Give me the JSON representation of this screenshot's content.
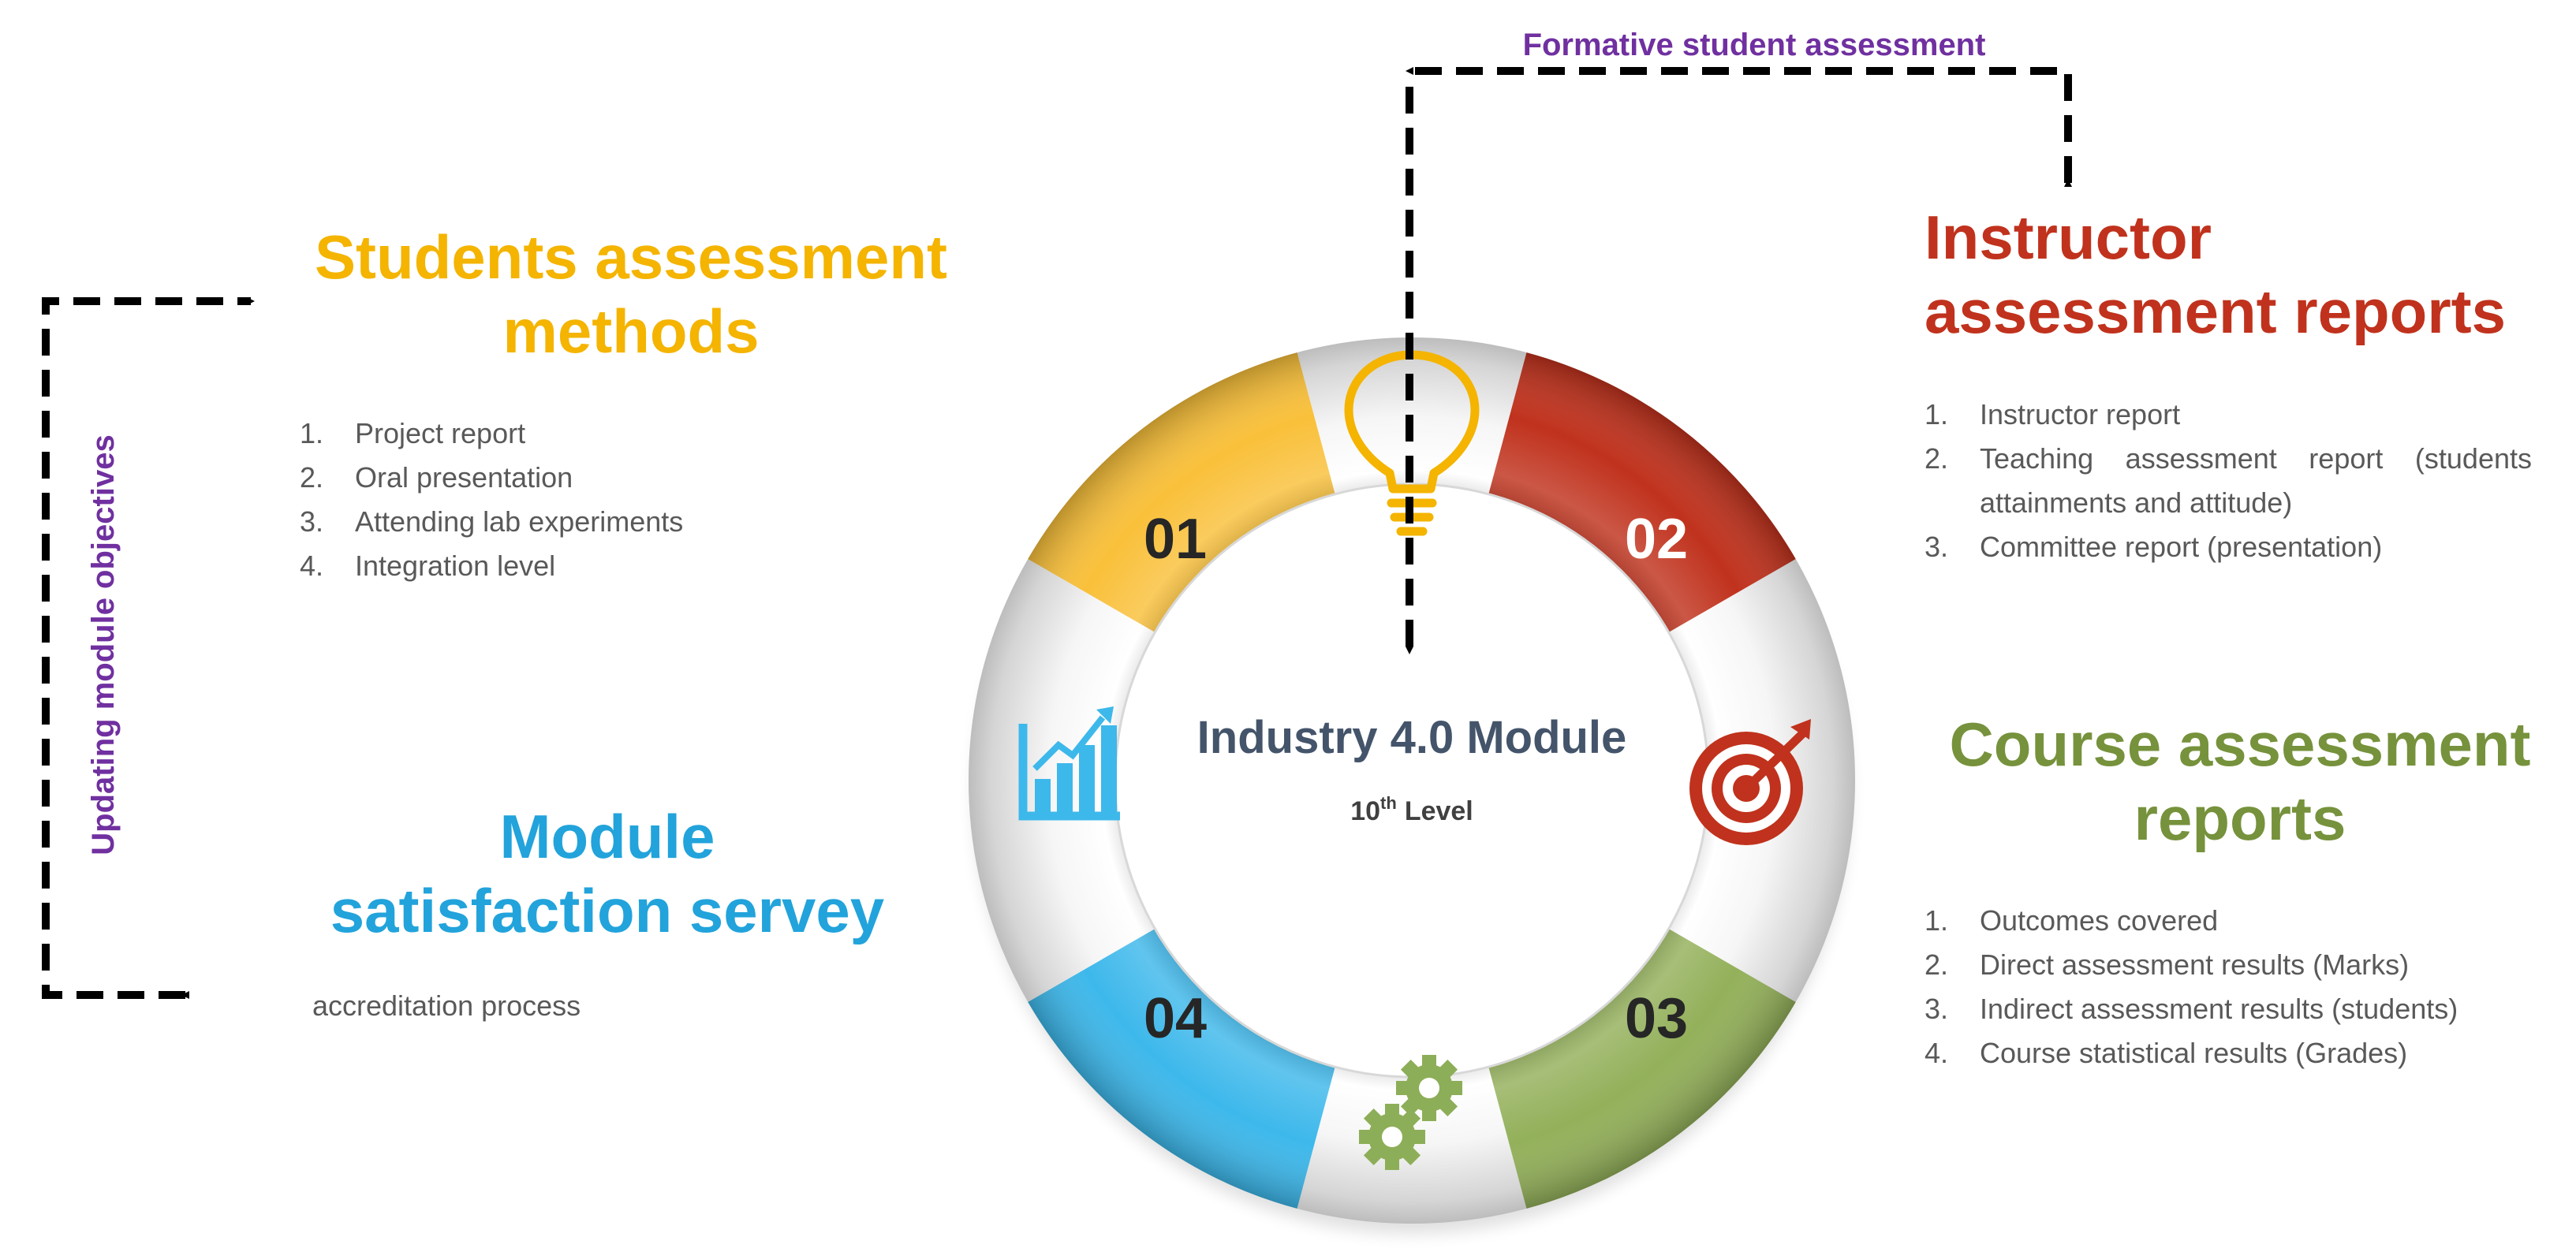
{
  "center": {
    "title": "Industry 4.0 Module",
    "level_number": "10",
    "level_suffix": "th",
    "level_word": "Level"
  },
  "segments": [
    {
      "number": "01",
      "color": "#F9C03A"
    },
    {
      "number": "02",
      "color": "#C0321D"
    },
    {
      "number": "03",
      "color": "#93B05A"
    },
    {
      "number": "04",
      "color": "#3DB8EB"
    }
  ],
  "icons": [
    {
      "name": "lightbulb-icon",
      "color": "#F4B400"
    },
    {
      "name": "target-icon",
      "color": "#C0321D"
    },
    {
      "name": "gears-icon",
      "color": "#8DAE58"
    },
    {
      "name": "bar-chart-icon",
      "color": "#3DB8EB"
    }
  ],
  "loops": {
    "top_label": "Formative student assessment",
    "left_label": "Updating module objectives",
    "label_color": "#7030A0"
  },
  "students": {
    "title_line1": "Students assessment",
    "title_line2": "methods",
    "color": "#F4B400",
    "items": [
      "Project report",
      "Oral presentation",
      "Attending lab experiments",
      "Integration level"
    ]
  },
  "instructor": {
    "title_line1": "Instructor",
    "title_line2": "assessment reports",
    "color": "#C0321D",
    "items": [
      "Instructor report",
      "Teaching assessment report (students attainments and attitude)",
      "Committee report (presentation)"
    ]
  },
  "course": {
    "title_line1": "Course assessment",
    "title_line2": "reports",
    "color": "#76923C",
    "items": [
      "Outcomes covered",
      "Direct assessment results (Marks)",
      "Indirect assessment results (students)",
      "Course statistical results (Grades)"
    ]
  },
  "satisfaction": {
    "title_line1": "Module",
    "title_line2": "satisfaction servey",
    "color": "#22A3DB",
    "text": "accreditation process"
  }
}
